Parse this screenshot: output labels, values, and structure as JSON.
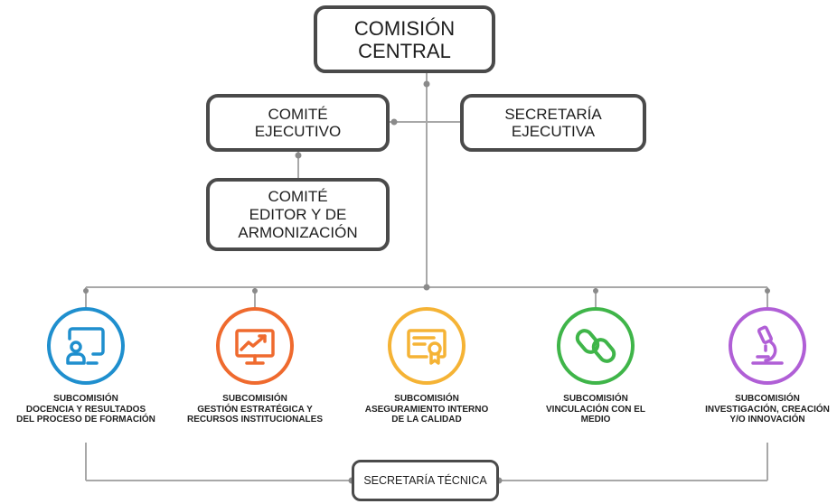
{
  "central": "COMISIÓN\nCENTRAL",
  "comite_ejecutivo": "COMITÉ\nEJECUTIVO",
  "secretaria_ejecutiva": "SECRETARÍA\nEJECUTIVA",
  "comite_editor": "COMITÉ\nEDITOR Y DE\nARMONIZACIÓN",
  "secretaria_tecnica": "SECRETARÍA TÉCNICA",
  "subcomisiones": [
    {
      "label": "SUBCOMISIÓN\nDOCENCIA Y RESULTADOS\nDEL PROCESO DE FORMACIÓN",
      "color": "#1f8fce",
      "icon": "teacher-board-icon"
    },
    {
      "label": "SUBCOMISIÓN\nGESTIÓN ESTRATÉGICA Y\nRECURSOS INSTITUCIONALES",
      "color": "#ef6a2e",
      "icon": "trend-chart-monitor-icon"
    },
    {
      "label": "SUBCOMISIÓN\nASEGURAMIENTO INTERNO\nDE LA CALIDAD",
      "color": "#f5b335",
      "icon": "certificate-icon"
    },
    {
      "label": "SUBCOMISIÓN\nVINCULACIÓN CON EL\nMEDIO",
      "color": "#3fb549",
      "icon": "chain-link-icon"
    },
    {
      "label": "SUBCOMISIÓN\nINVESTIGACIÓN, CREACIÓN\nY/O INNOVACIÓN",
      "color": "#b05fd6",
      "icon": "microscope-icon"
    }
  ]
}
